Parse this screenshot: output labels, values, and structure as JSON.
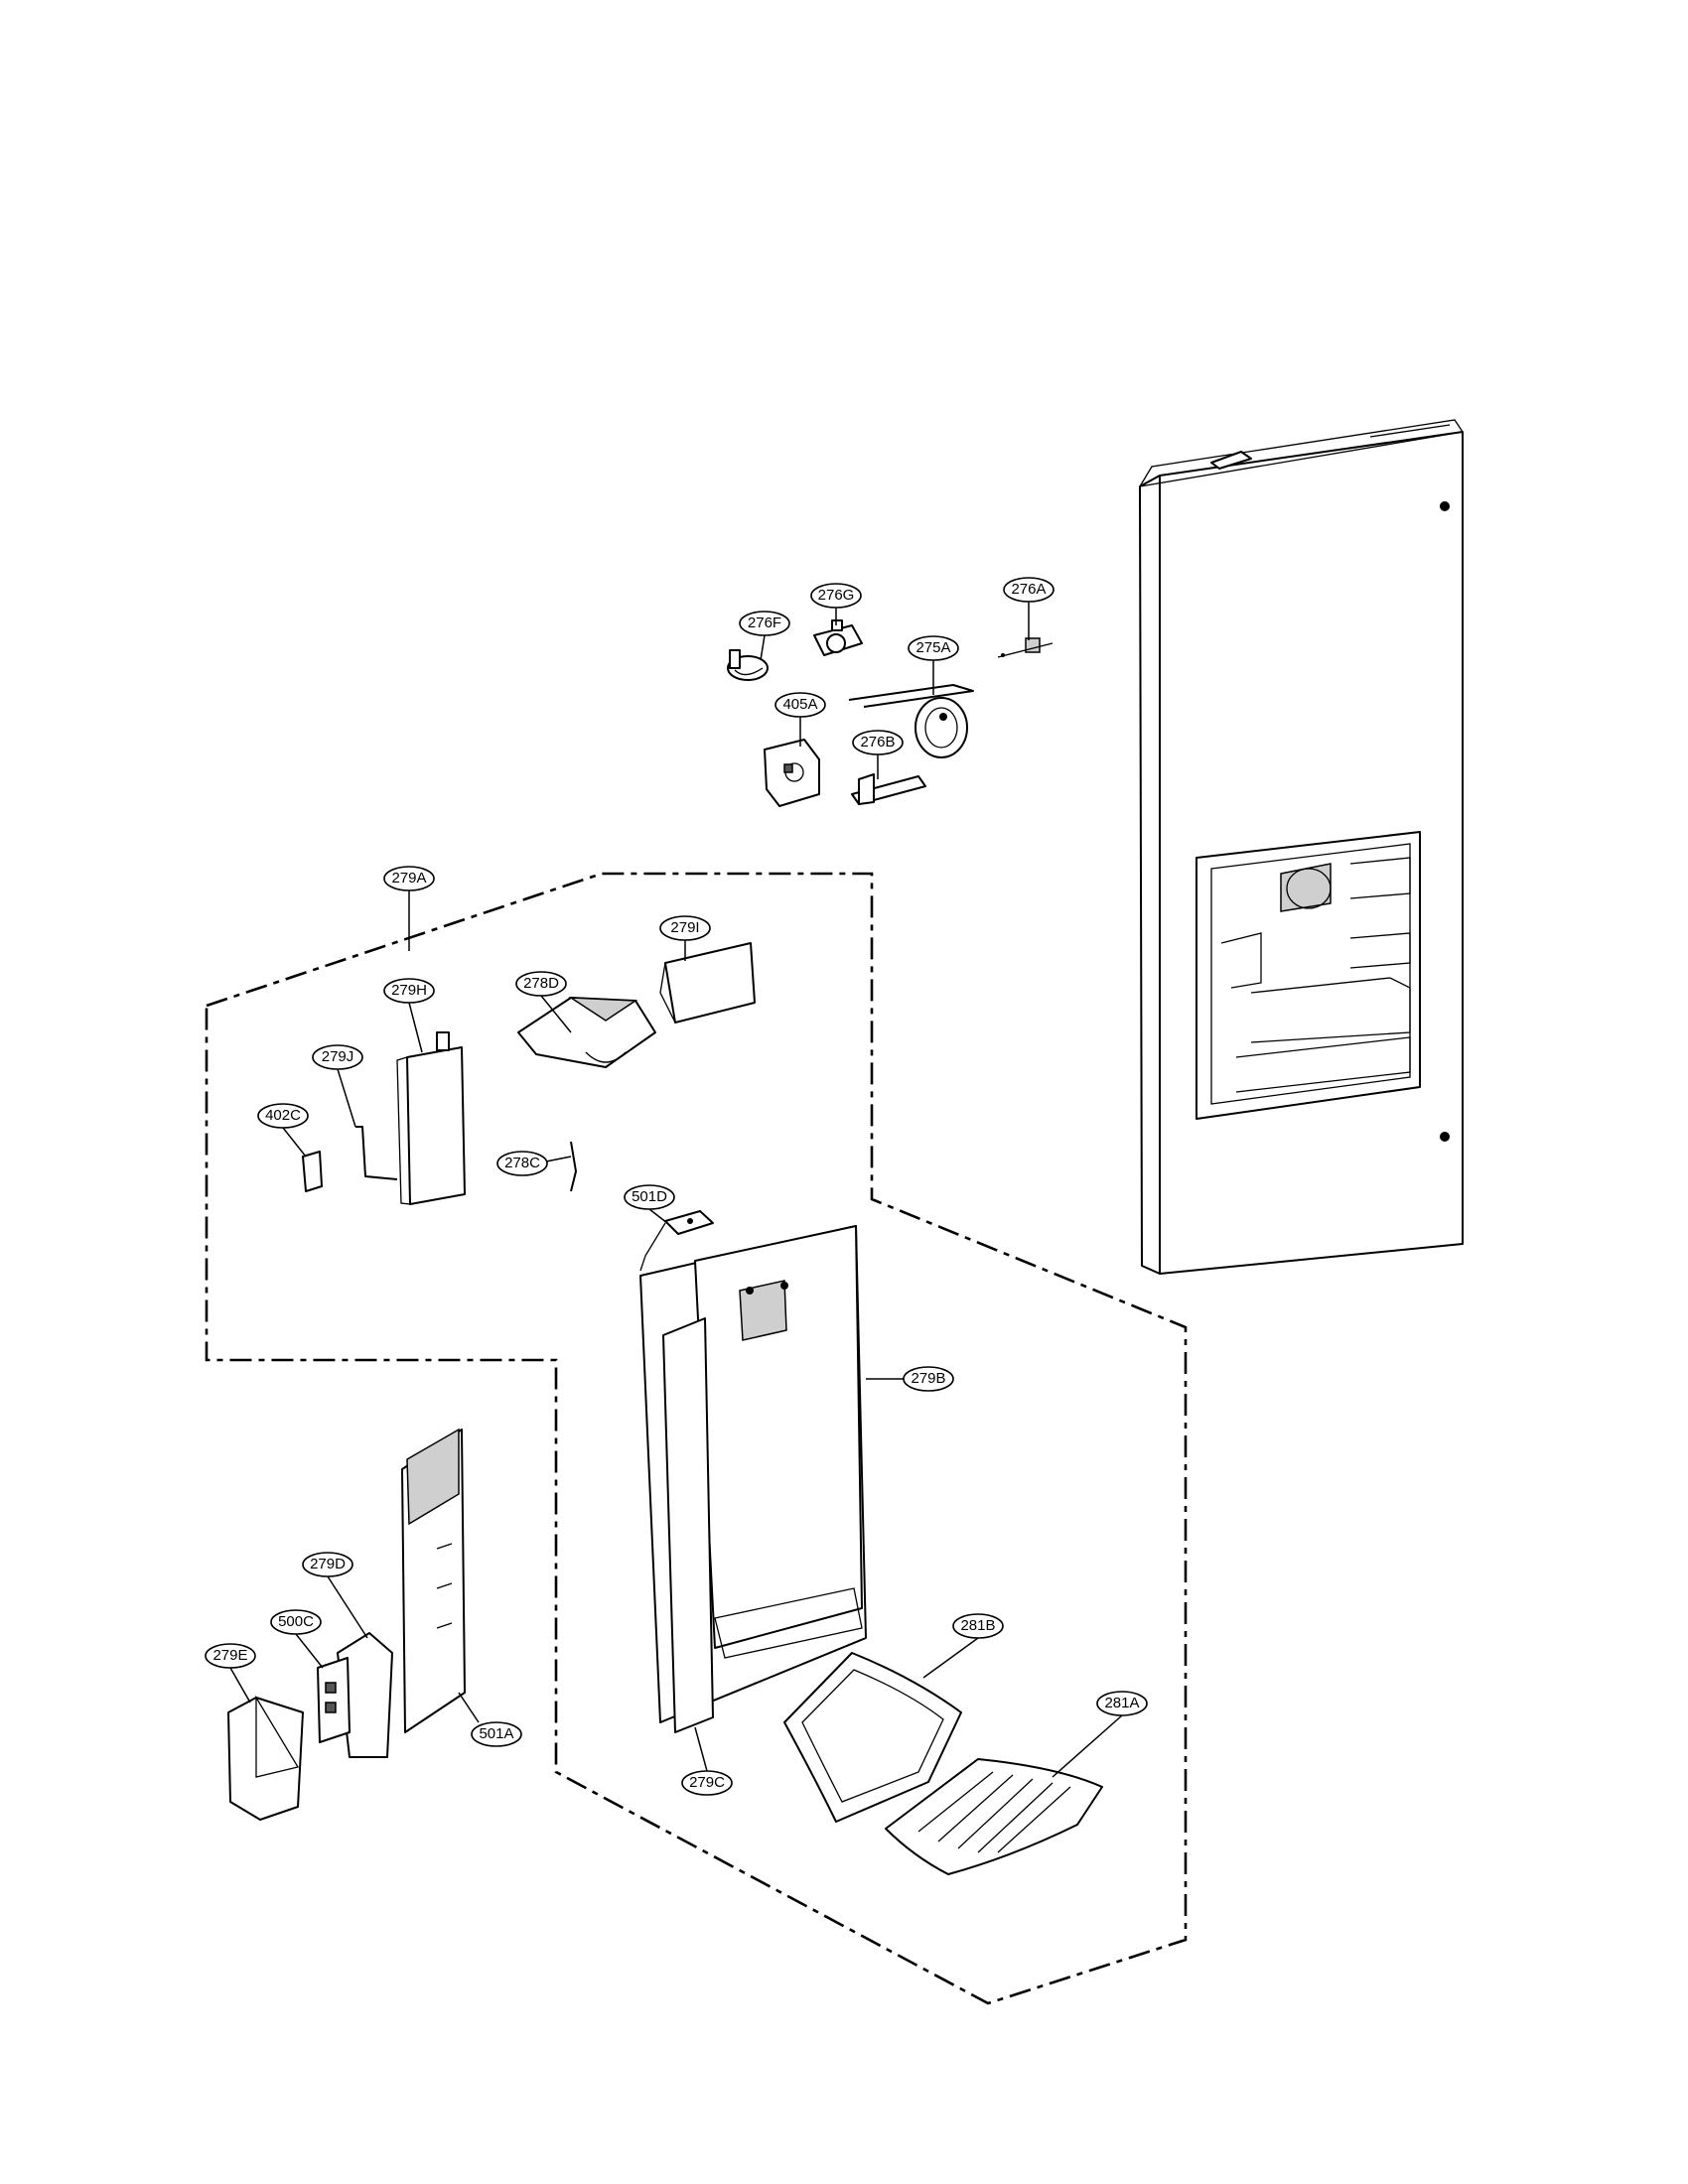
{
  "callouts": [
    {
      "id": "276F",
      "label": "276F"
    },
    {
      "id": "276G",
      "label": "276G"
    },
    {
      "id": "276A",
      "label": "276A"
    },
    {
      "id": "275A",
      "label": "275A"
    },
    {
      "id": "405A",
      "label": "405A"
    },
    {
      "id": "276B",
      "label": "276B"
    },
    {
      "id": "279A",
      "label": "279A"
    },
    {
      "id": "279I",
      "label": "279I"
    },
    {
      "id": "278D",
      "label": "278D"
    },
    {
      "id": "279H",
      "label": "279H"
    },
    {
      "id": "279J",
      "label": "279J"
    },
    {
      "id": "402C",
      "label": "402C"
    },
    {
      "id": "278C",
      "label": "278C"
    },
    {
      "id": "501D",
      "label": "501D"
    },
    {
      "id": "279B",
      "label": "279B"
    },
    {
      "id": "279D",
      "label": "279D"
    },
    {
      "id": "500C",
      "label": "500C"
    },
    {
      "id": "279E",
      "label": "279E"
    },
    {
      "id": "501A",
      "label": "501A"
    },
    {
      "id": "279C",
      "label": "279C"
    },
    {
      "id": "281B",
      "label": "281B"
    },
    {
      "id": "281A",
      "label": "281A"
    }
  ]
}
